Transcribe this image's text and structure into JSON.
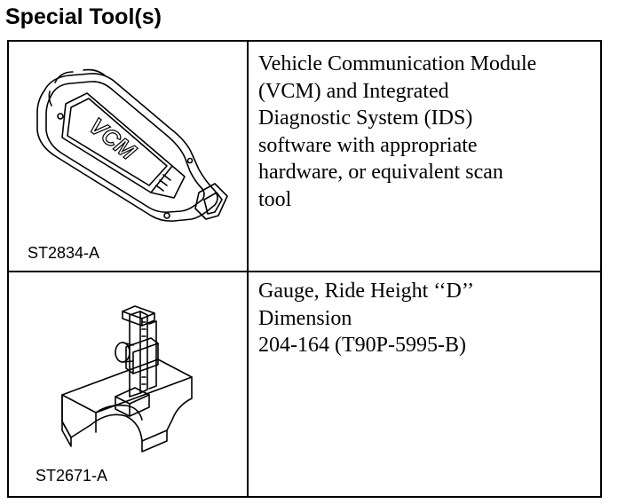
{
  "title": "Special Tool(s)",
  "tools": [
    {
      "image_label": "ST2834-A",
      "image_subject": "vcm-module",
      "image_text": "VCM",
      "description_lines": [
        "Vehicle Communication Module",
        "(VCM) and Integrated",
        "Diagnostic System (IDS)",
        "software with appropriate",
        "hardware, or equivalent scan",
        "tool"
      ]
    },
    {
      "image_label": "ST2671-A",
      "image_subject": "ride-height-gauge",
      "description_lines": [
        "Gauge, Ride Height ‘‘D’’",
        "Dimension",
        "204-164 (T90P-5995-B)"
      ]
    }
  ]
}
